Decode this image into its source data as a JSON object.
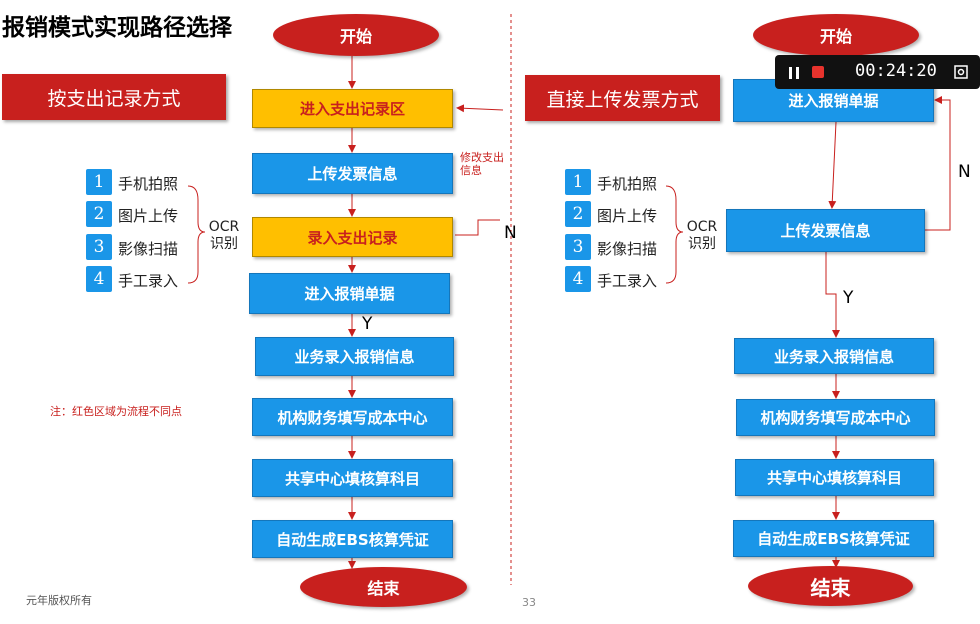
{
  "title": "报销模式实现路径选择",
  "left": {
    "mode_label": "按支出记录方式",
    "start": "开始",
    "steps": [
      "进入支出记录区",
      "上传发票信息",
      "录入支出记录",
      "进入报销单据",
      "业务录入报销信息",
      "机构财务填写成本中心",
      "共享中心填核算科目",
      "自动生成EBS核算凭证"
    ],
    "end": "结束",
    "modify_note": "修改支出信息",
    "label_n": "N",
    "label_y": "Y",
    "methods": [
      {
        "num": "1",
        "label": "手机拍照"
      },
      {
        "num": "2",
        "label": "图片上传"
      },
      {
        "num": "3",
        "label": "影像扫描"
      },
      {
        "num": "4",
        "label": "手工录入"
      }
    ],
    "ocr_line1": "OCR",
    "ocr_line2": "识别",
    "note": "注：红色区域为流程不同点"
  },
  "right": {
    "mode_label": "直接上传发票方式",
    "start": "开始",
    "steps": [
      "进入报销单据",
      "上传发票信息",
      "业务录入报销信息",
      "机构财务填写成本中心",
      "共享中心填核算科目",
      "自动生成EBS核算凭证"
    ],
    "end": "结束",
    "label_n": "N",
    "label_y": "Y",
    "methods": [
      {
        "num": "1",
        "label": "手机拍照"
      },
      {
        "num": "2",
        "label": "图片上传"
      },
      {
        "num": "3",
        "label": "影像扫描"
      },
      {
        "num": "4",
        "label": "手工录入"
      }
    ],
    "ocr_line1": "OCR",
    "ocr_line2": "识别"
  },
  "recorder": {
    "time": "00:24:20",
    "pause_icon": "pause-icon",
    "stop_icon": "stop-icon",
    "screenshot_icon": "camera-icon"
  },
  "footer": {
    "copyright": "元年版权所有",
    "page_number": "33"
  },
  "colors": {
    "red": "#c8201e",
    "blue": "#1a96e8",
    "yellow": "#ffbf00"
  }
}
